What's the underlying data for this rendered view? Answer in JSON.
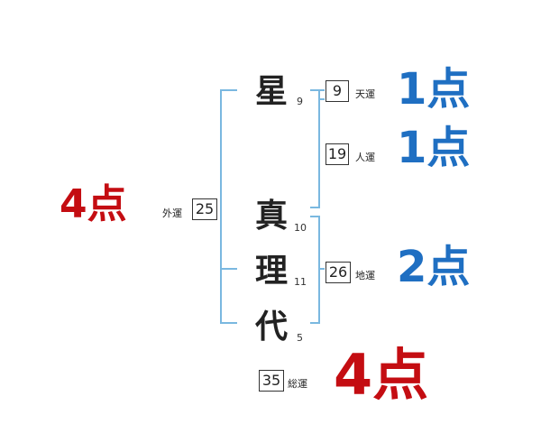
{
  "name_chars": [
    {
      "char": "星",
      "strokes": "9"
    },
    {
      "char": "真",
      "strokes": "10"
    },
    {
      "char": "理",
      "strokes": "11"
    },
    {
      "char": "代",
      "strokes": "5"
    }
  ],
  "ten": {
    "value": "9",
    "label": "天運",
    "score": "1点"
  },
  "jin": {
    "value": "19",
    "label": "人運",
    "score": "1点"
  },
  "chi": {
    "value": "26",
    "label": "地運",
    "score": "2点"
  },
  "gai": {
    "value": "25",
    "label": "外運",
    "score": "4点"
  },
  "so": {
    "value": "35",
    "label": "総運",
    "score": "4点"
  },
  "colors": {
    "blue": "#1f6fc2",
    "red": "#c40d12",
    "bracket": "#7ab8e0"
  }
}
